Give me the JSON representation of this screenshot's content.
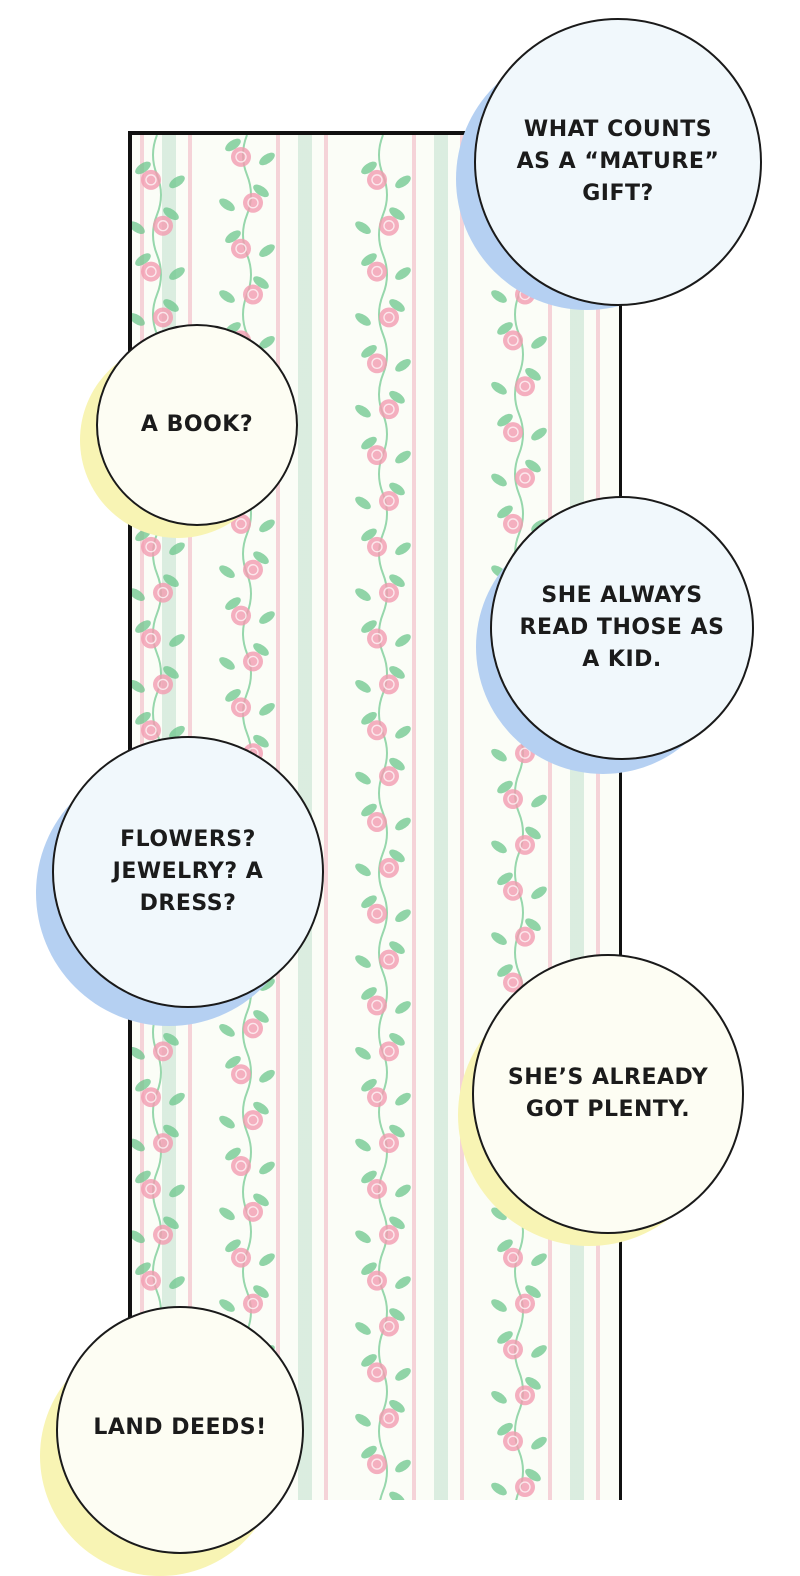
{
  "colors": {
    "panel_border": "#111111",
    "stripe_pink": "#f0b0be",
    "stripe_green": "#cde6d6",
    "rose": "#f29bb0",
    "leaf": "#6cc68c",
    "bubble_outline": "#1a1a1a",
    "bubble_fill_blue": "#f1f8fc",
    "bubble_fill_yellow": "#fdfdf3",
    "shadow_blue": "#b5d0f2",
    "shadow_yellow": "#f8f4b4"
  },
  "bubbles": [
    {
      "text": "WHAT COUNTS\nAS A “MATURE”\nGIFT?",
      "shadow": "blue"
    },
    {
      "text": "A BOOK?",
      "shadow": "yellow"
    },
    {
      "text": "SHE ALWAYS\nREAD THOSE AS\nA KID.",
      "shadow": "blue"
    },
    {
      "text": "FLOWERS?\nJEWELRY? A\nDRESS?",
      "shadow": "blue"
    },
    {
      "text": "SHE’S ALREADY\nGOT PLENTY.",
      "shadow": "yellow"
    },
    {
      "text": "LAND DEEDS!",
      "shadow": "yellow"
    }
  ]
}
